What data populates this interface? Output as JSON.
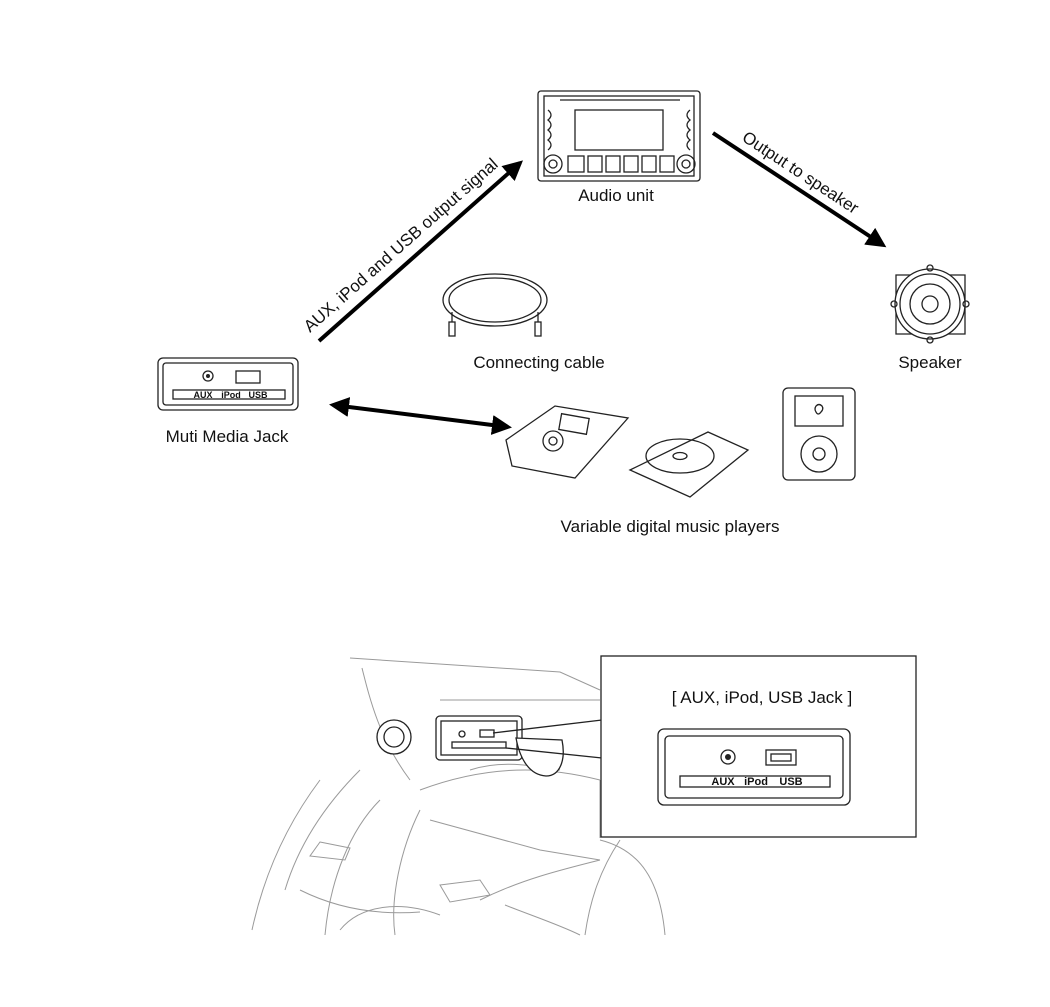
{
  "diagram": {
    "labels": {
      "audio_unit": "Audio unit",
      "speaker": "Speaker",
      "connecting_cable": "Connecting cable",
      "multi_media_jack": "Muti Media Jack",
      "players": "Variable digital music players",
      "signal_arrow": "AUX, iPod and USB output signal",
      "speaker_arrow": "Output to speaker"
    },
    "jack_ports": {
      "aux": "AUX",
      "ipod": "iPod",
      "usb": "USB"
    },
    "detail": {
      "title": "[ AUX, iPod, USB Jack ]",
      "ports": {
        "aux": "AUX",
        "ipod": "iPod",
        "usb": "USB"
      }
    }
  }
}
